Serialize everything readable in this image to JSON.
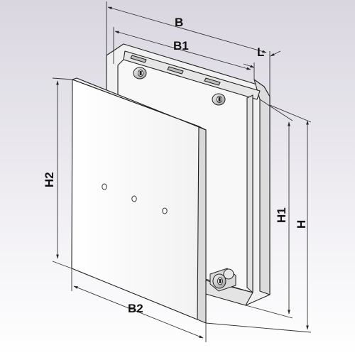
{
  "dimensions": {
    "B": "B",
    "B1": "B1",
    "L": "L",
    "H1": "H1",
    "H": "H",
    "H2": "H2",
    "B2": "B2"
  },
  "colors": {
    "background_gradient_top": "#dedbe4",
    "background_gradient_bottom": "#ffffff",
    "panel_fill": "#fcfcfc",
    "frame_fill": "#f2f2f2",
    "outline": "#222222",
    "dimension_line": "#333333"
  },
  "icons": [
    "lock-icon-top-left",
    "lock-icon-top-right",
    "lock-icon-bottom",
    "hole-icon"
  ]
}
